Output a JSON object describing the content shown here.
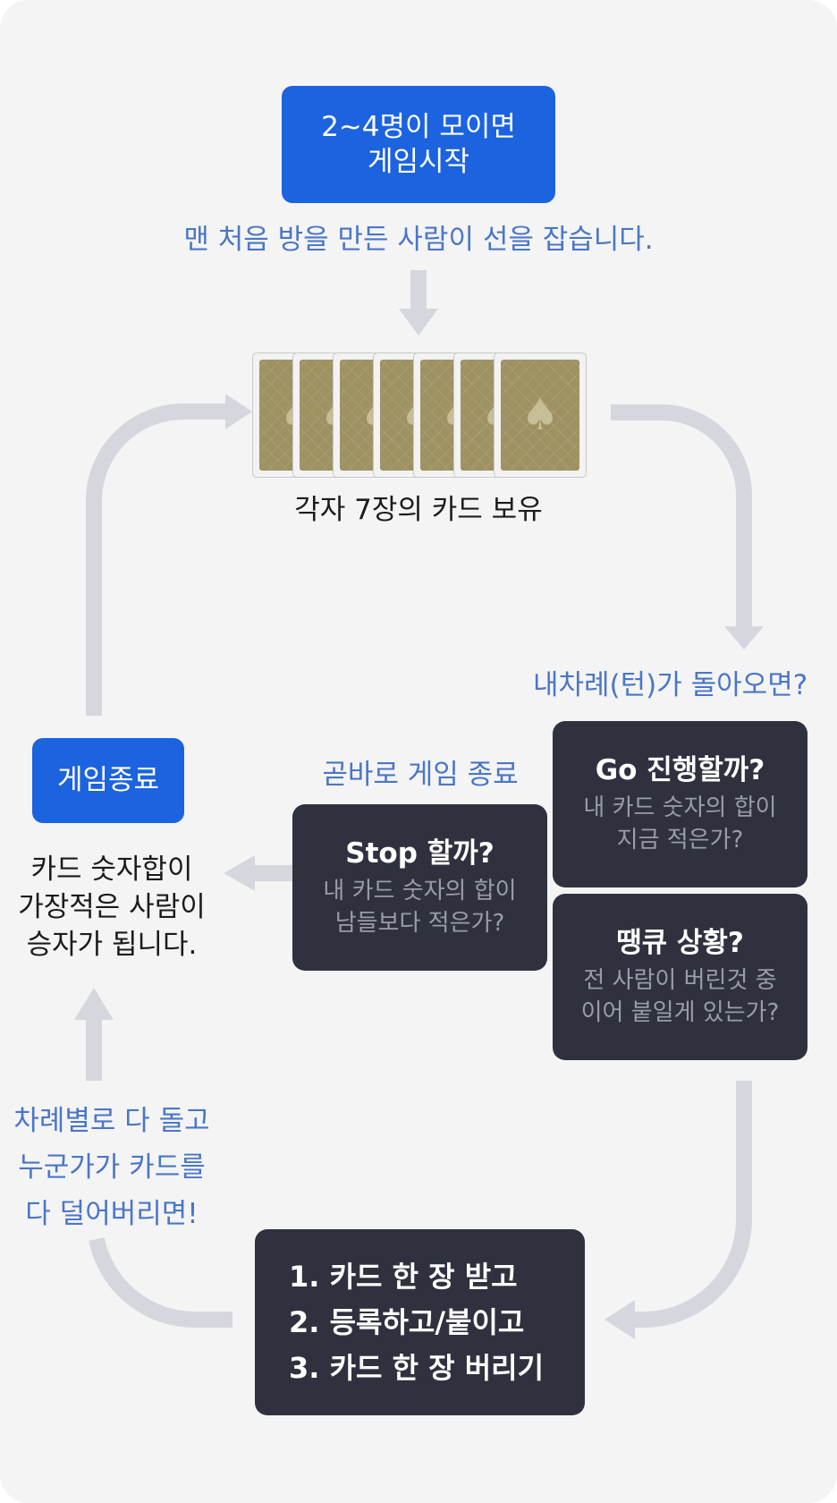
{
  "colors": {
    "background": "#f4f4f5",
    "blue_box": "#1b63df",
    "dark_box": "#2f323e",
    "blue_text": "#4a76c6",
    "arrow": "#d6d7de",
    "card_back": "#9e9162"
  },
  "start_box": {
    "lines": [
      "2~4명이 모이면",
      "게임시작"
    ]
  },
  "start_note": "맨 처음 방을 만든 사람이 선을 잡습니다.",
  "cards": {
    "count": 7,
    "label": "각자 7장의 카드 보유",
    "back_icon": "spade-icon"
  },
  "turn_question": "내차례(턴)가 돌아오면?",
  "go_box": {
    "title": "Go 진행할까?",
    "lines": [
      "내 카드 숫자의 합이",
      "지금 적은가?"
    ]
  },
  "ddaengkyu_box": {
    "title": "땡큐 상황?",
    "lines": [
      "전 사람이 버린것 중",
      "이어 붙일게 있는가?"
    ]
  },
  "stop_note": "곧바로 게임 종료",
  "stop_box": {
    "title": "Stop 할까?",
    "lines": [
      "내 카드 숫자의 합이",
      "남들보다 적은가?"
    ]
  },
  "end_box": {
    "label": "게임종료"
  },
  "winner_text": [
    "카드 숫자합이",
    "가장적은 사람이",
    "승자가 됩니다."
  ],
  "round_note": [
    "차례별로 다 돌고",
    "누군가가 카드를",
    "다 덜어버리면!"
  ],
  "steps": [
    "1.  카드 한 장 받고",
    "2.  등록하고/붙이고",
    "3.  카드 한 장 버리기"
  ]
}
